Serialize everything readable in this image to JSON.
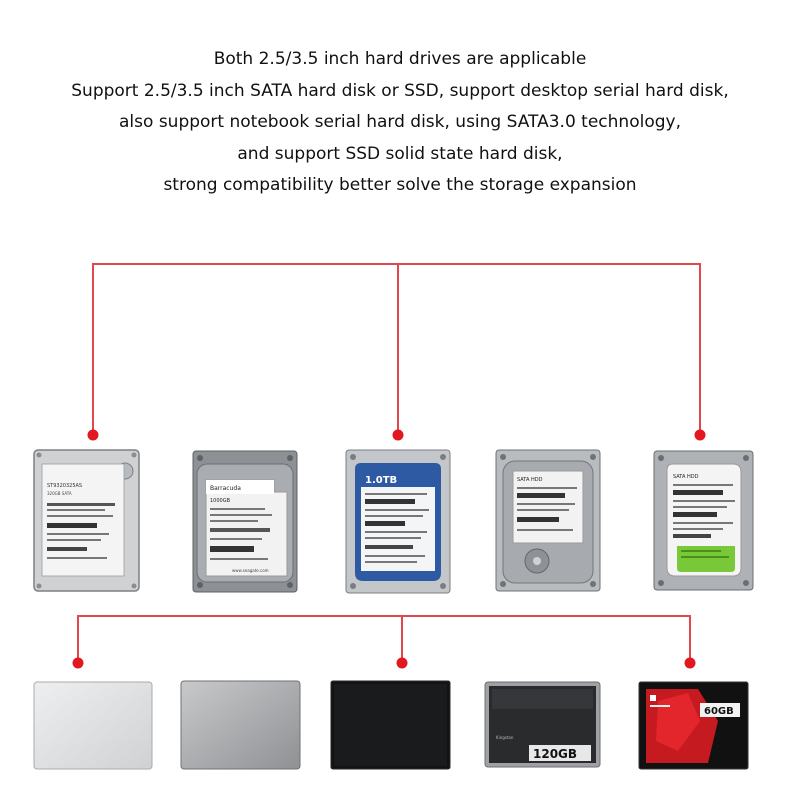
{
  "headline": {
    "lines": [
      "Both 2.5/3.5 inch hard drives are applicable",
      "Support 2.5/3.5 inch SATA hard disk or SSD, support desktop serial hard disk,",
      "also support notebook serial hard disk, using SATA3.0 technology,",
      "and support SSD solid state hard disk,",
      "strong compatibility better solve the storage expansion"
    ]
  },
  "hdds": {
    "hdd1": {
      "label_main": "ST9320325AS",
      "label_sub": "320GB SATA"
    },
    "hdd2": {
      "brand": "Barracuda",
      "capacity": "1000GB",
      "site": "www.seagate.com"
    },
    "hdd3": {
      "capacity_label": "1.0TB"
    },
    "hdd4": {
      "label_main": "SATA HDD"
    },
    "hdd5": {
      "label_main": "SATA HDD"
    }
  },
  "ssds": {
    "ssd4": {
      "capacity": "120GB",
      "brand": "Kingston"
    },
    "ssd5": {
      "capacity": "60GB"
    }
  },
  "colors": {
    "connector": "#e0494b",
    "dot": "#e3171f",
    "text": "#111111"
  }
}
